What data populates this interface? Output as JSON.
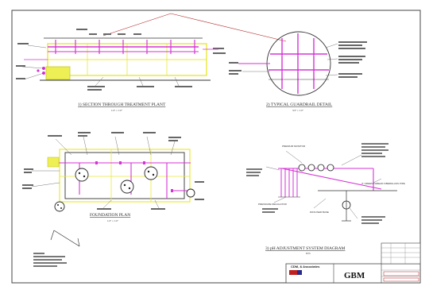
{
  "drawing": {
    "titles": {
      "section": "1) SECTION THROUGH TREATMENT PLANT",
      "section_scale": "1/4\" = 1'-0\"",
      "guardrail": "2) TYPICAL GUARDRAIL DETAIL",
      "guardrail_scale": "3/4\" = 1'-0\"",
      "foundation": "FOUNDATION PLAN",
      "foundation_scale": "1/4\" = 1'-0\"",
      "ph": "3) pH ADJUSTMENT SYSTEM DIAGRAM",
      "ph_scale": "NTS"
    },
    "ph_labels": {
      "premium_monitor": "PREMIUM MONITOR",
      "regulator": "PRESSURE REGULATOR",
      "diffuser_base": "DIFFUSER BASE",
      "inlet_pipe": "3\" GREEN THREAD FIBERGLASS PIPE"
    },
    "title_block": {
      "firm": "CDM, & Associates",
      "logo": "GBM"
    },
    "colors": {
      "magenta": "#d633d6",
      "yellow": "#e8e83a",
      "linework": "#333333",
      "annotation": "#b02020"
    }
  }
}
